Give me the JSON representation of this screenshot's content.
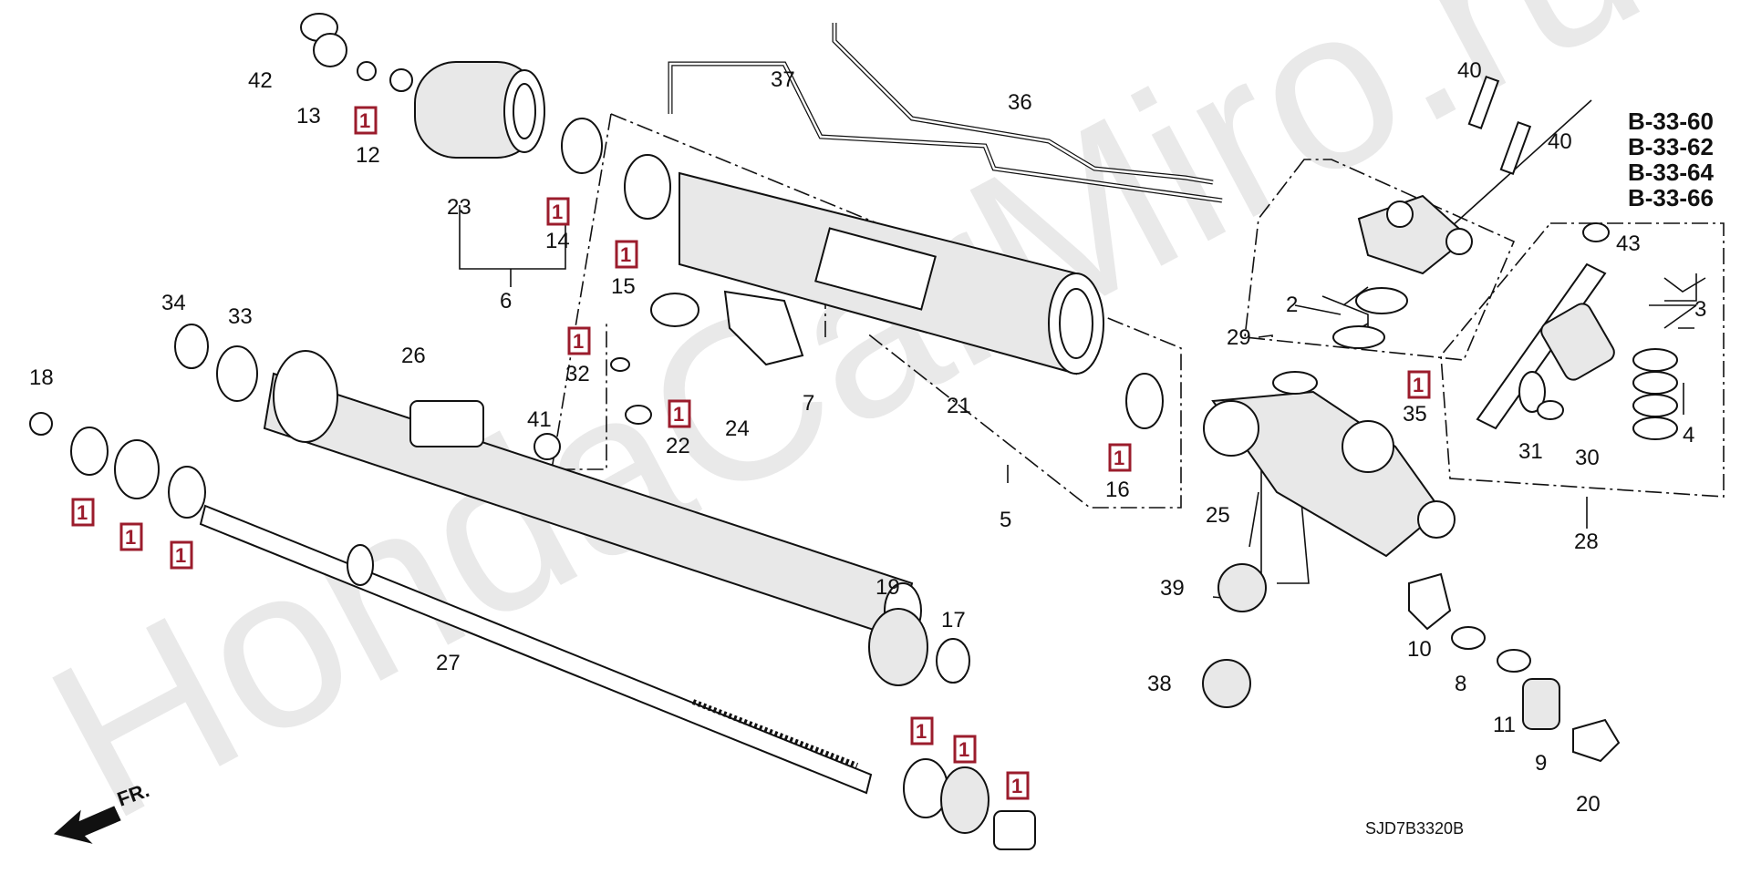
{
  "watermark": "HondaCarMiro.ru",
  "drawing_code": "SJD7B3320B",
  "front_indicator": "FR.",
  "box_marker": "1",
  "refs": [
    "B-33-60",
    "B-33-62",
    "B-33-64",
    "B-33-66"
  ],
  "labels": {
    "p2": "2",
    "p3": "3",
    "p4": "4",
    "p5": "5",
    "p6": "6",
    "p7": "7",
    "p8": "8",
    "p9": "9",
    "p10": "10",
    "p11": "11",
    "p12": "12",
    "p13": "13",
    "p14": "14",
    "p15": "15",
    "p16": "16",
    "p17": "17",
    "p18": "18",
    "p19": "19",
    "p20": "20",
    "p21": "21",
    "p22": "22",
    "p23": "23",
    "p24": "24",
    "p25": "25",
    "p26": "26",
    "p27": "27",
    "p28": "28",
    "p29": "29",
    "p30": "30",
    "p31": "31",
    "p32": "32",
    "p33": "33",
    "p34": "34",
    "p35": "35",
    "p36": "36",
    "p37": "37",
    "p38": "38",
    "p39": "39",
    "p40a": "40",
    "p40b": "40",
    "p41": "41",
    "p42": "42",
    "p43": "43"
  }
}
